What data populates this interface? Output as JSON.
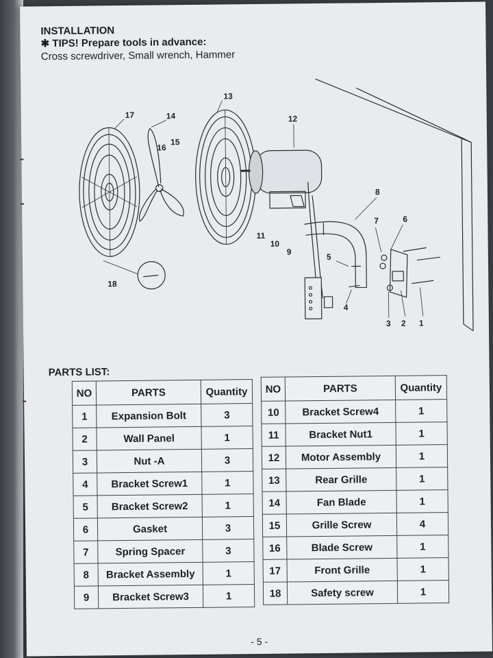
{
  "header": {
    "title": "INSTALLATION",
    "tips": "✱ TIPS!  Prepare tools in advance:",
    "tools": "Cross screwdriver,  Small wrench, Hammer"
  },
  "diagram": {
    "callouts": [
      "1",
      "2",
      "3",
      "4",
      "5",
      "6",
      "7",
      "8",
      "9",
      "10",
      "11",
      "12",
      "13",
      "14",
      "15",
      "16",
      "17",
      "18"
    ]
  },
  "parts_list": {
    "title": "PARTS LIST:",
    "headers": {
      "no": "NO",
      "parts": "PARTS",
      "quantity": "Quantity"
    },
    "left": [
      {
        "no": "1",
        "part": "Expansion Bolt",
        "qty": "3"
      },
      {
        "no": "2",
        "part": "Wall  Panel",
        "qty": "1"
      },
      {
        "no": "3",
        "part": "Nut -A",
        "qty": "3"
      },
      {
        "no": "4",
        "part": "Bracket Screw1",
        "qty": "1"
      },
      {
        "no": "5",
        "part": "Bracket Screw2",
        "qty": "1"
      },
      {
        "no": "6",
        "part": "Gasket",
        "qty": "3"
      },
      {
        "no": "7",
        "part": "Spring Spacer",
        "qty": "3"
      },
      {
        "no": "8",
        "part": "Bracket Assembly",
        "qty": "1"
      },
      {
        "no": "9",
        "part": "Bracket Screw3",
        "qty": "1"
      }
    ],
    "right": [
      {
        "no": "10",
        "part": "Bracket Screw4",
        "qty": "1"
      },
      {
        "no": "11",
        "part": "Bracket Nut1",
        "qty": "1"
      },
      {
        "no": "12",
        "part": "Motor Assembly",
        "qty": "1"
      },
      {
        "no": "13",
        "part": "Rear Grille",
        "qty": "1"
      },
      {
        "no": "14",
        "part": "Fan Blade",
        "qty": "1"
      },
      {
        "no": "15",
        "part": "Grille  Screw",
        "qty": "4"
      },
      {
        "no": "16",
        "part": "Blade  Screw",
        "qty": "1"
      },
      {
        "no": "17",
        "part": "Front Grille",
        "qty": "1"
      },
      {
        "no": "18",
        "part": "Safety screw",
        "qty": "1"
      }
    ]
  },
  "page_number": "- 5 -"
}
